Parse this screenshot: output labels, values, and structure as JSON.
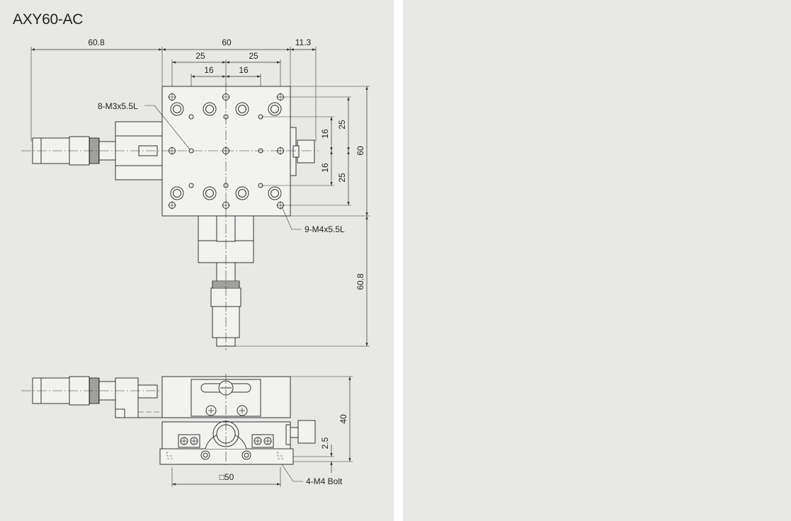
{
  "model": "AXY60-AC",
  "dimensions": {
    "left_overhang": "60.8",
    "width": "60",
    "right_overhang": "11.3",
    "hole_pitch_25_left": "25",
    "hole_pitch_25_right": "25",
    "hole_pitch_16_left": "16",
    "hole_pitch_16_right": "16",
    "right_16_top": "16",
    "right_16_bottom": "16",
    "right_25_top": "25",
    "right_25_bottom": "25",
    "right_60": "60",
    "bottom_overhang": "60.8",
    "height_40": "40",
    "height_2_5": "2.5",
    "base_50": "□50"
  },
  "callouts": {
    "m3_holes": "8-M3x5.5L",
    "m4_holes": "9-M4x5.5L",
    "bolts": "4-M4 Bolt"
  },
  "colors": {
    "background": "#e8e8e6",
    "line": "#333333",
    "part_fill": "#f2f2f0"
  }
}
